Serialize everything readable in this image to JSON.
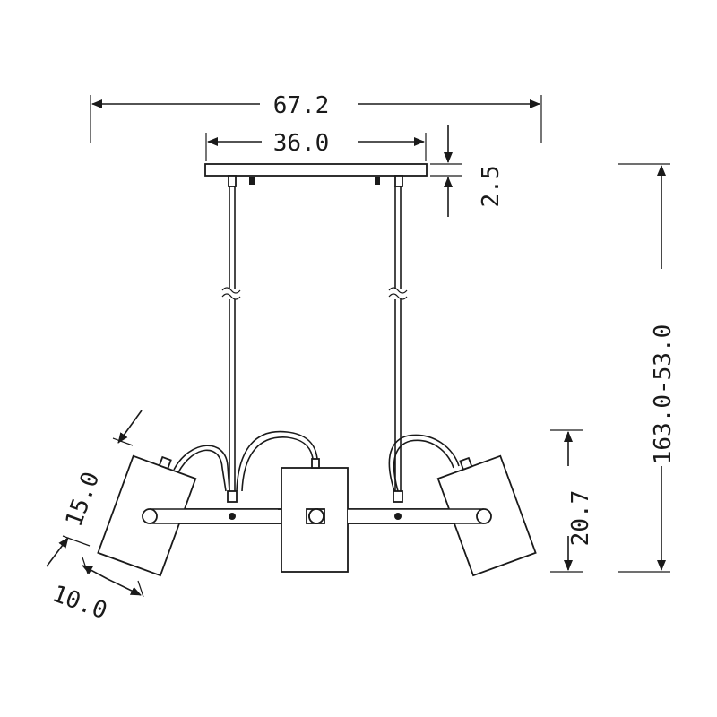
{
  "dimensions": {
    "overall_width": "67.2",
    "canopy_width": "36.0",
    "canopy_height": "2.5",
    "overall_height": "163.0-53.0",
    "shade_height": "15.0",
    "shade_diameter": "10.0",
    "bar_to_bottom": "20.7"
  },
  "colors": {
    "line": "#1a1a1a",
    "background": "#ffffff"
  }
}
